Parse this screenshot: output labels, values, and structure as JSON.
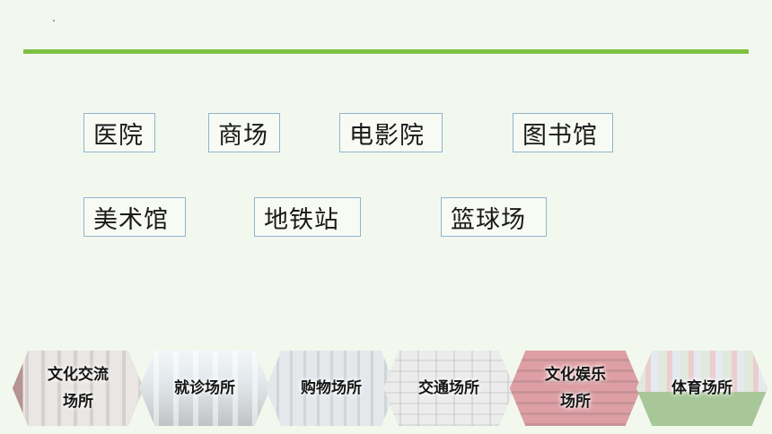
{
  "slide": {
    "accent_color": "#7dc142",
    "background_color": "#f3f8ee",
    "box_border_color": "#8fb4cf"
  },
  "words": [
    {
      "id": "hospital",
      "text": "医院"
    },
    {
      "id": "mall",
      "text": "商场"
    },
    {
      "id": "cinema",
      "text": "电影院"
    },
    {
      "id": "library",
      "text": "图书馆"
    },
    {
      "id": "art-museum",
      "text": "美术馆"
    },
    {
      "id": "subway-station",
      "text": "地铁站"
    },
    {
      "id": "basketball-court",
      "text": "篮球场"
    }
  ],
  "categories": [
    {
      "id": "culture-exchange",
      "lines": [
        "文化交流",
        "场所"
      ]
    },
    {
      "id": "medical",
      "lines": [
        "就诊场所"
      ]
    },
    {
      "id": "shopping",
      "lines": [
        "购物场所"
      ]
    },
    {
      "id": "transport",
      "lines": [
        "交通场所"
      ]
    },
    {
      "id": "entertainment",
      "lines": [
        "文化娱乐",
        "场所"
      ]
    },
    {
      "id": "sports",
      "lines": [
        "体育场所"
      ]
    }
  ]
}
